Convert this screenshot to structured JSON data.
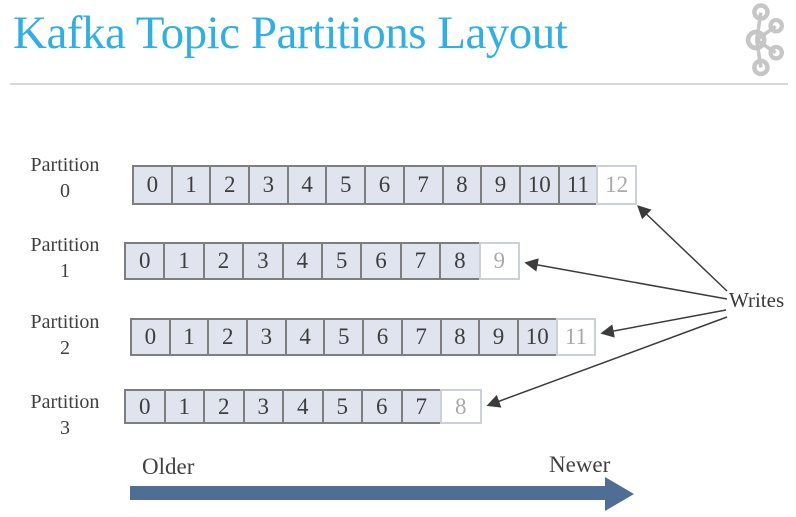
{
  "title": "Kafka Topic Partitions Layout",
  "logo": "kafka-logo",
  "partitions": [
    {
      "label": "Partition",
      "number": "0",
      "cells": [
        "0",
        "1",
        "2",
        "3",
        "4",
        "5",
        "6",
        "7",
        "8",
        "9",
        "10",
        "11"
      ],
      "next_cell": "12"
    },
    {
      "label": "Partition",
      "number": "1",
      "cells": [
        "0",
        "1",
        "2",
        "3",
        "4",
        "5",
        "6",
        "7",
        "8"
      ],
      "next_cell": "9"
    },
    {
      "label": "Partition",
      "number": "2",
      "cells": [
        "0",
        "1",
        "2",
        "3",
        "4",
        "5",
        "6",
        "7",
        "8",
        "9",
        "10"
      ],
      "next_cell": "11"
    },
    {
      "label": "Partition",
      "number": "3",
      "cells": [
        "0",
        "1",
        "2",
        "3",
        "4",
        "5",
        "6",
        "7"
      ],
      "next_cell": "8"
    }
  ],
  "writes_label": "Writes",
  "timeline": {
    "older_label": "Older",
    "newer_label": "Newer"
  },
  "colors": {
    "title_accent": "#31b0e0",
    "cell_fill": "#dfe4ee",
    "cell_border": "#7e7e7e",
    "next_cell_border": "#ccd1d9",
    "next_cell_text": "#a9a9a9",
    "write_arrow": "#3c3c3c",
    "timeline_arrow": "#4e6e94",
    "logo_gray": "#c6c6c6",
    "divider_gray": "#d9d9d9"
  }
}
